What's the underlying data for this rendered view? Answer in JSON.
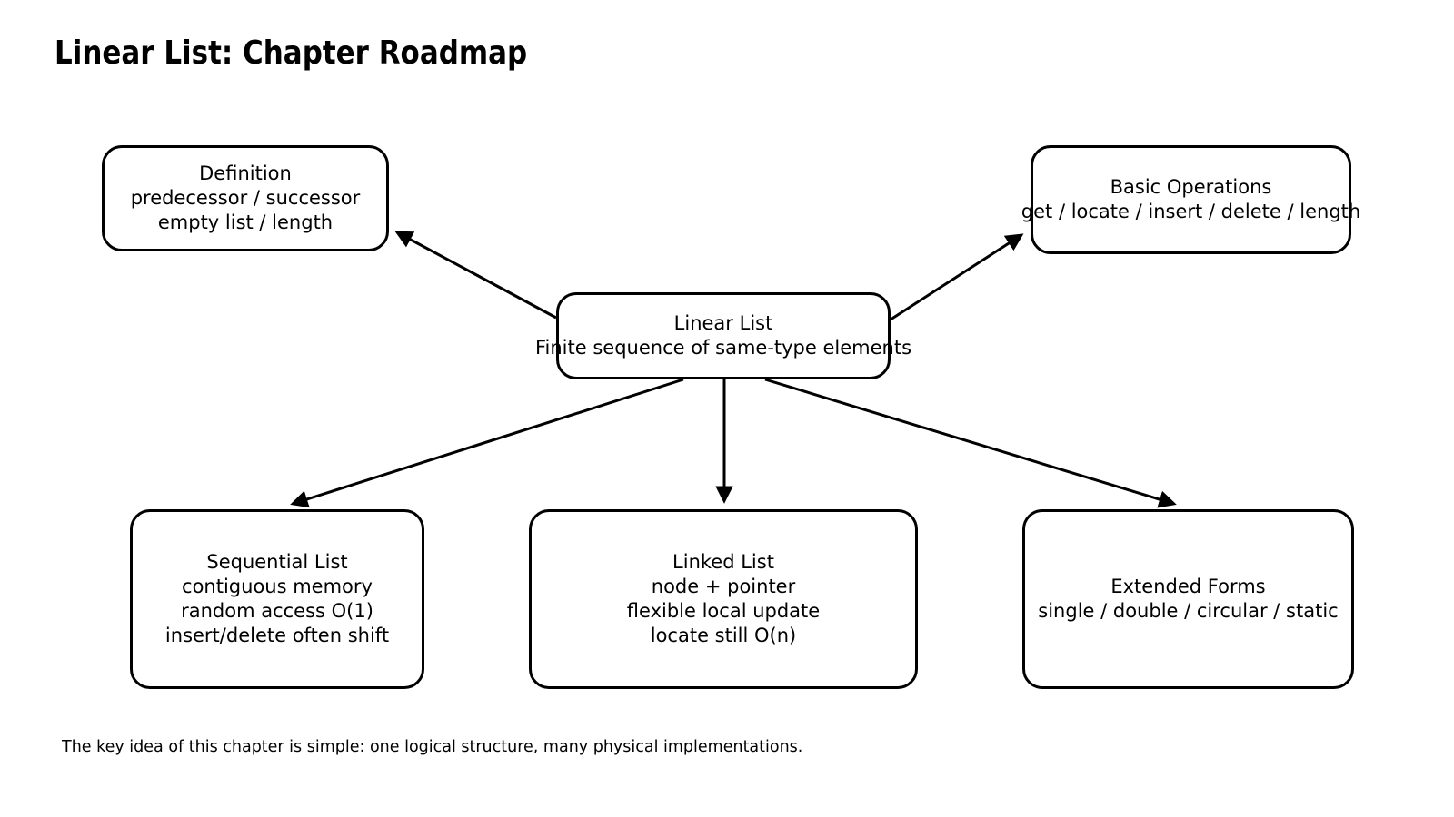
{
  "title": "Linear List: Chapter Roadmap",
  "nodes": {
    "center": {
      "id": "linear-list",
      "lines": [
        "Linear List",
        "Finite sequence of same-type elements"
      ]
    },
    "definition": {
      "id": "definition",
      "lines": [
        "Definition",
        "predecessor / successor",
        "empty list / length"
      ]
    },
    "basic_ops": {
      "id": "basic-operations",
      "lines": [
        "Basic Operations",
        "get / locate / insert / delete / length"
      ]
    },
    "sequential": {
      "id": "sequential-list",
      "lines": [
        "Sequential List",
        "contiguous memory",
        "random access O(1)",
        "insert/delete often shift"
      ]
    },
    "linked": {
      "id": "linked-list",
      "lines": [
        "Linked List",
        "node + pointer",
        "flexible local update",
        "locate still O(n)"
      ]
    },
    "extended": {
      "id": "extended-forms",
      "lines": [
        "Extended Forms",
        "single / double / circular / static"
      ]
    }
  },
  "edges": [
    {
      "from": "linear-list",
      "to": "definition"
    },
    {
      "from": "linear-list",
      "to": "basic-operations"
    },
    {
      "from": "linear-list",
      "to": "sequential-list"
    },
    {
      "from": "linear-list",
      "to": "linked-list"
    },
    {
      "from": "linear-list",
      "to": "extended-forms"
    }
  ],
  "footer": "The key idea of this chapter is simple: one logical structure, many physical implementations.",
  "colors": {
    "background": "#ffffff",
    "stroke": "#000000",
    "text": "#000000"
  }
}
